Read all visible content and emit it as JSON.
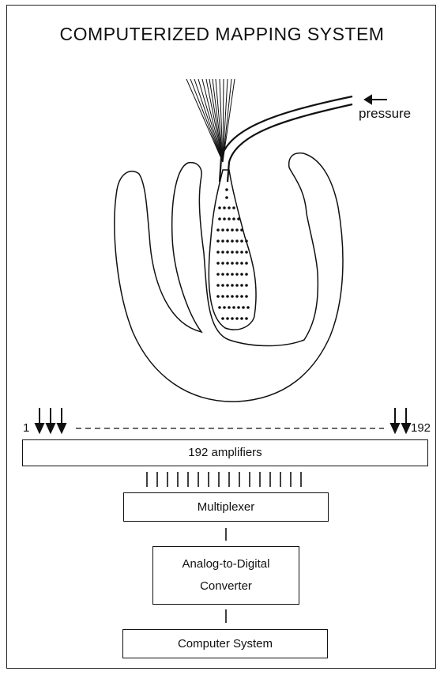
{
  "diagram": {
    "title": "COMPUTERIZED MAPPING SYSTEM",
    "pressure_label": "pressure",
    "electrode_start_label": "1",
    "electrode_end_label": "192",
    "amplifiers_label": "192  amplifiers",
    "multiplexer_label": "Multiplexer",
    "adc_label_line1": "Analog-to-Digital",
    "adc_label_line2": "Converter",
    "computer_label": "Computer  System"
  },
  "colors": {
    "ink": "#111111",
    "background": "#ffffff"
  }
}
